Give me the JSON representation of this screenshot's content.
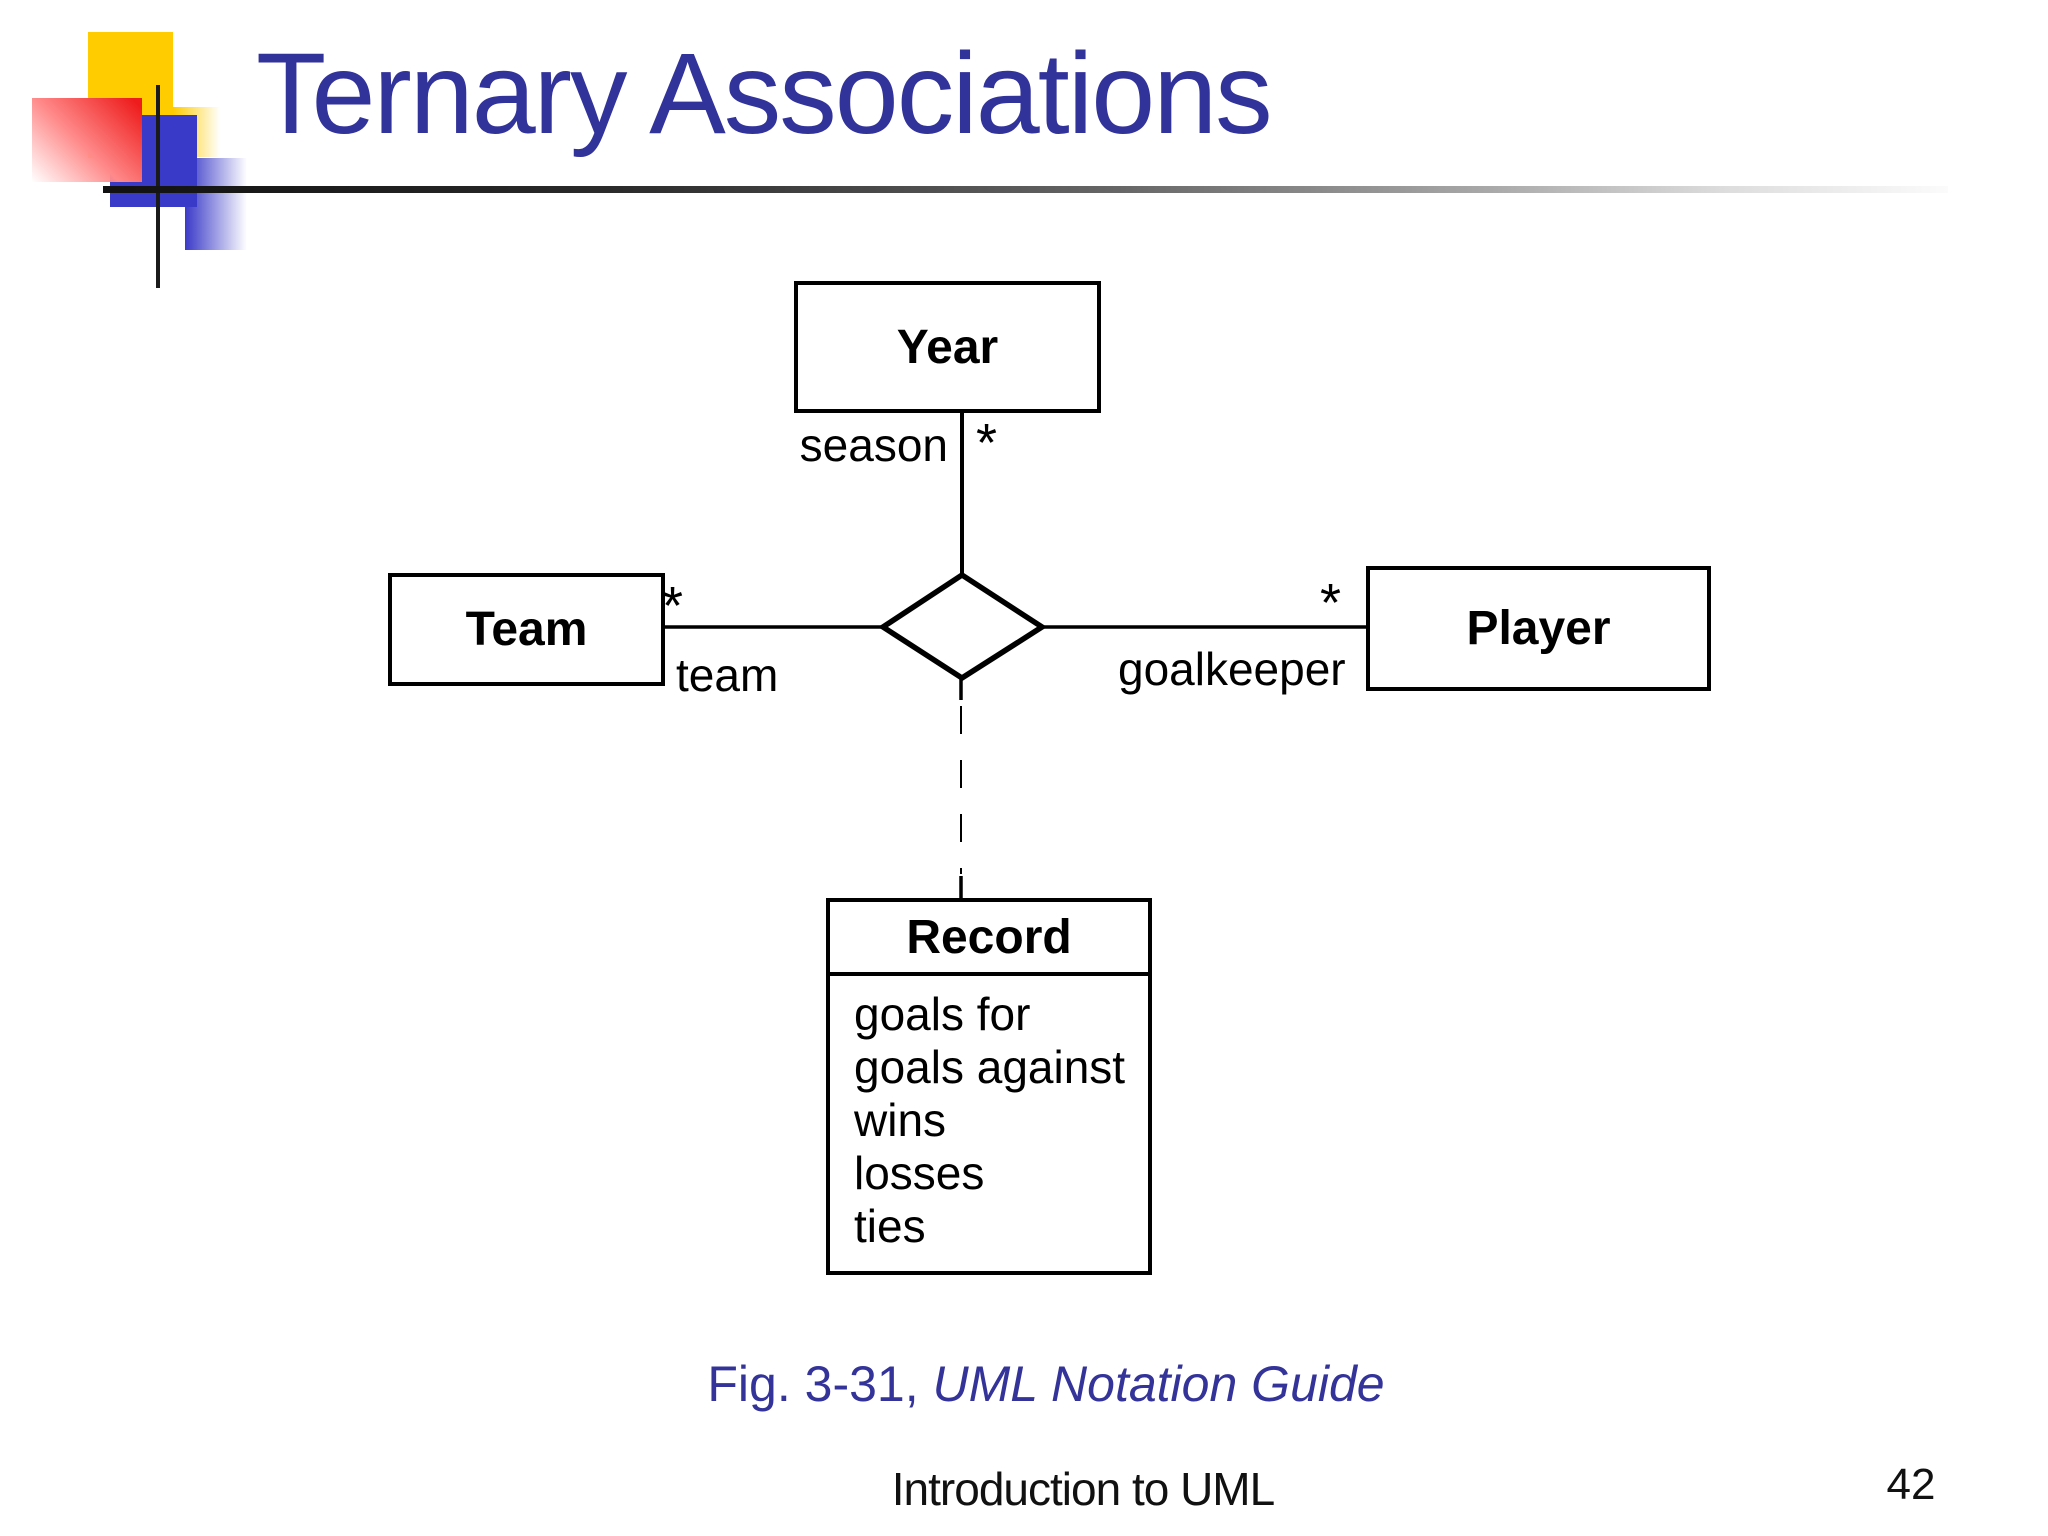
{
  "slide": {
    "title": "Ternary Associations",
    "caption": {
      "prefix": "Fig. 3-31, ",
      "source_italic": "UML Notation Guide"
    },
    "footer": "Introduction to UML",
    "page_number": "42"
  },
  "diagram": {
    "classes": [
      {
        "name": "Year"
      },
      {
        "name": "Team"
      },
      {
        "name": "Player"
      }
    ],
    "association_class": {
      "name": "Record",
      "attributes": [
        "goals for",
        "goals against",
        "wins",
        "losses",
        "ties"
      ]
    },
    "roles": {
      "season": {
        "label": "season",
        "multiplicity": "*"
      },
      "team": {
        "label": "team",
        "multiplicity": "*"
      },
      "goalkeeper": {
        "label": "goalkeeper",
        "multiplicity": "*"
      }
    }
  },
  "colors": {
    "title": "#32329B",
    "caption": "#333399",
    "accent_yellow": "#FFCC00",
    "accent_red": "#EE1C1C",
    "accent_blue": "#3A3AC8"
  }
}
